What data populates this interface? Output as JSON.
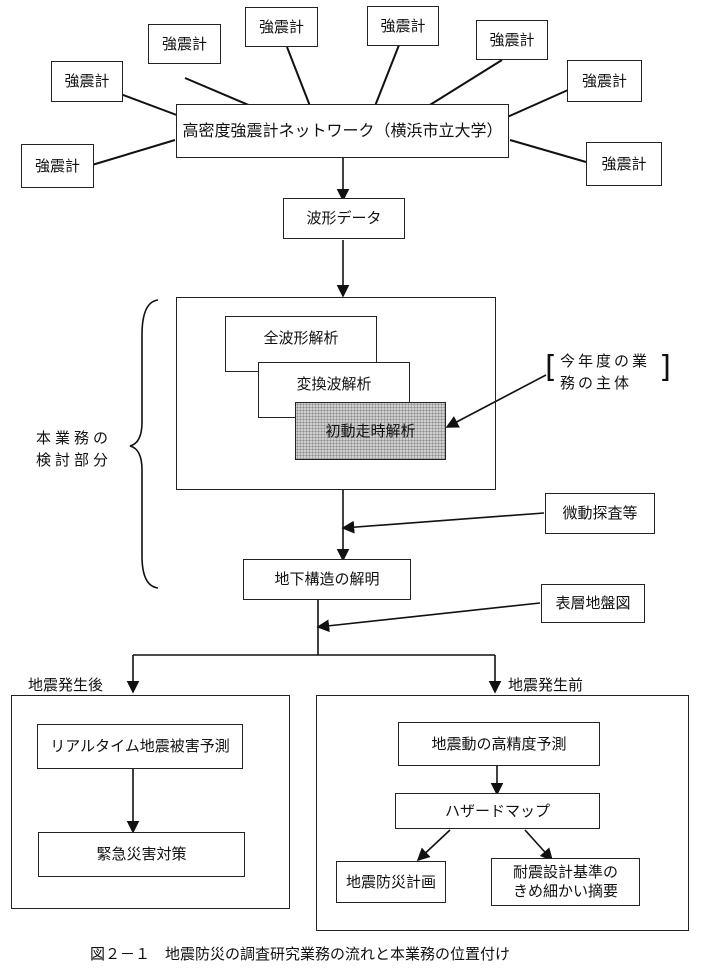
{
  "seismometers": [
    "強震計",
    "強震計",
    "強震計",
    "強震計",
    "強震計",
    "強震計",
    "強震計",
    "強震計"
  ],
  "network": "高密度強震計ネットワーク（横浜市立大学）",
  "waveform_data": "波形データ",
  "analyses": [
    "全波形解析",
    "変換波解析",
    "初動走時解析"
  ],
  "this_year_note": "今年度の業務の主体",
  "study_part": "本業務の検討部分",
  "microtremor": "微動探査等",
  "underground": "地下構造の解明",
  "surface_map": "表層地盤図",
  "after_label": "地震発生後",
  "before_label": "地震発生前",
  "after": {
    "realtime": "リアルタイム地震被害予測",
    "emergency": "緊急災害対策"
  },
  "before": {
    "ground_motion": "地震動の高精度予測",
    "hazard": "ハザードマップ",
    "plan": "地震防災計画",
    "design_line1": "耐震設計基準の",
    "design_line2": "きめ細かい摘要"
  },
  "caption": "図２－１　地震防災の調査研究業務の流れと本業務の位置付け"
}
